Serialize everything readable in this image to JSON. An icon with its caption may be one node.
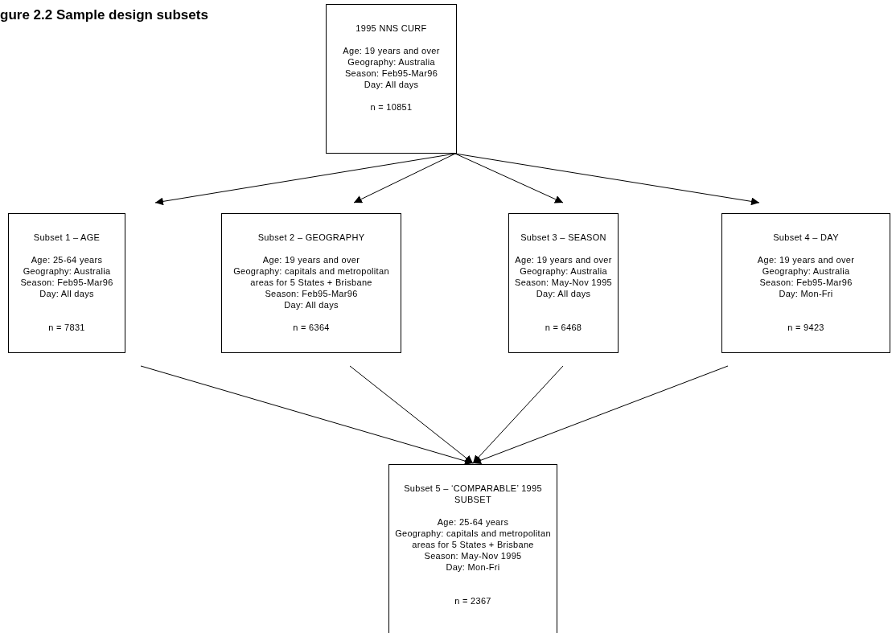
{
  "diagram": {
    "title": "gure 2.2 Sample design subsets",
    "nodes": [
      {
        "text": [
          "1995 NNS CURF",
          "Age: 19 years and over",
          "Geography:  Australia",
          "Season: Feb95-Mar96",
          "Day: All days",
          "n = 10851"
        ]
      },
      {
        "text": [
          "Subset 1 – AGE",
          "Age:  25-64 years",
          "Geography: Australia",
          "Season: Feb95-Mar96",
          "Day: All days",
          "n = 7831"
        ]
      },
      {
        "text": [
          "Subset 2 – GEOGRAPHY",
          "Age: 19 years and over",
          "Geography: capitals and metropolitan areas for 5 States + Brisbane",
          "Season: Feb95-Mar96",
          "Day: All days",
          "n = 6364"
        ]
      },
      {
        "text": [
          "Subset 3 – SEASON",
          "Age: 19 years and over",
          "Geography: Australia",
          "Season: May-Nov 1995",
          "Day: All days",
          "n = 6468"
        ]
      },
      {
        "text": [
          "Subset 4 – DAY",
          "Age: 19 years and over",
          "Geography: Australia",
          "Season: Feb95-Mar96",
          "Day: Mon-Fri",
          "n = 9423"
        ]
      },
      {
        "text": [
          "Subset 5 – ‘COMPARABLE’ 1995 SUBSET",
          "Age:  25-64 years",
          "Geography: capitals and metropolitan areas for 5 States + Brisbane",
          "Season: May-Nov 1995",
          "Day: Mon-Fri",
          "n = 2367"
        ]
      }
    ],
    "edges": [
      {
        "from": 0,
        "to": 1,
        "arrow": "to"
      },
      {
        "from": 0,
        "to": 2,
        "arrow": "to"
      },
      {
        "from": 0,
        "to": 3,
        "arrow": "to"
      },
      {
        "from": 0,
        "to": 4,
        "arrow": "to"
      },
      {
        "from": 1,
        "to": 5,
        "arrow": "to"
      },
      {
        "from": 2,
        "to": 5,
        "arrow": "to"
      },
      {
        "from": 3,
        "to": 5,
        "arrow": "to"
      },
      {
        "from": 4,
        "to": 5,
        "arrow": "to"
      }
    ]
  }
}
